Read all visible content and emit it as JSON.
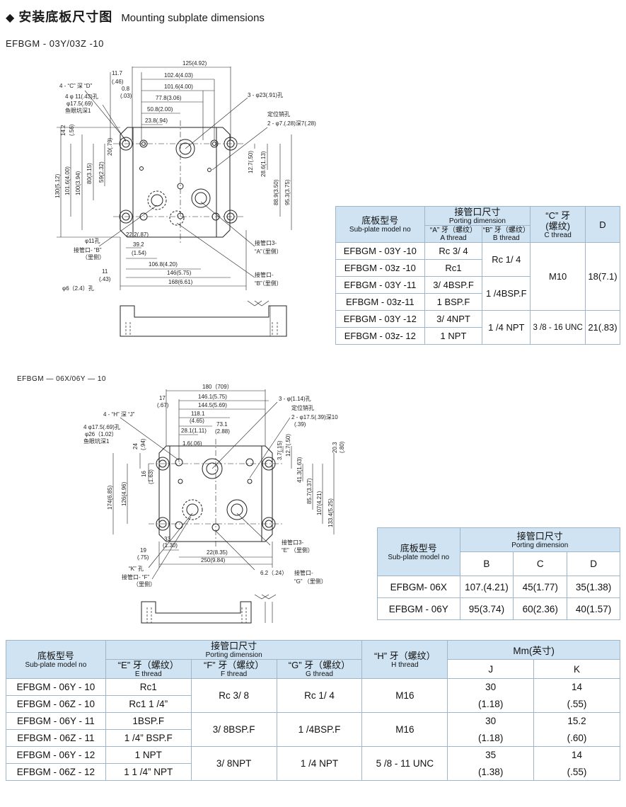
{
  "heading": {
    "bullet": "◆",
    "zh": "安装底板尺寸图",
    "en": "Mounting subplate dimensions"
  },
  "model_a": "EFBGM - 03Y/03Z -10",
  "model_b": "EFBGM — 06X/06Y — 10",
  "drawing_a": {
    "dims_top": [
      "125(4.92)",
      "102.4(4.03)",
      "101.6(4.00)",
      "77.8(3.06)",
      "50.8(2.00)",
      "23.8(.94)",
      "11.7",
      "(.46)",
      "0.8",
      "(.03)"
    ],
    "dims_left": [
      "130(5.12)",
      "101.6(4.00)",
      "100(3.94)",
      "80(3.15)",
      "59(2.32)",
      "20(.79)",
      "14.2",
      "(.56)"
    ],
    "dims_right": [
      "12.7(.50)",
      "28.6(1.13)",
      "88.9(3.50)",
      "95.3(3.75)"
    ],
    "dims_bottom": [
      "22.2(.87)",
      "39.2",
      "(1.54)",
      "106.8(4.20)",
      "146(5.75)",
      "168(6.61)",
      "11",
      "(.43)"
    ],
    "notes": [
      "4 - “C” 深 “D”",
      "4 φ 11(.43)孔",
      "φ17.5(.69)",
      "鱼眼坑深1",
      "3 - φ23(.91)孔",
      "定位销孔",
      "2 - φ7.(.28)深7(.28)",
      "φ11孔",
      "接管口- “B”",
      "（里侧）",
      "接管口3-",
      "“A”（里侧）",
      "接管口-",
      "“B”（里侧）",
      "φ6（2.4）孔"
    ]
  },
  "drawing_b": {
    "dims_top": [
      "180（709）",
      "146.1(5.75)",
      "144.5(5.69)",
      "118.1",
      "(4.65)",
      "73.1",
      "(2.88)",
      "28.1(1.11)",
      "1.6(.06)",
      "17",
      "(.67)"
    ],
    "dims_left": [
      "174(6.85)",
      "126(4.96)",
      "24",
      "(.94)",
      "16",
      "(1.63)"
    ],
    "dims_right": [
      "3.7(.15)",
      "12.7(.50)",
      "41.3(1.63)",
      "85.7(3.37)",
      "107(4.21)",
      "133.4(5.25)",
      "20.3",
      "(.80)"
    ],
    "dims_bottom": [
      "33",
      "(1.30)",
      "22(8.35)",
      "250(9.84)",
      "19",
      "(.75)",
      "6.2（.24）"
    ],
    "notes": [
      "4 - “H” 深 “J”",
      "4 φ17.5(.69)孔",
      "φ26（1.02）",
      "鱼眼坑深1",
      "3 - φ(1.14)孔",
      "定位销孔",
      "2 - φ17.5(.39)深10",
      "(.39)",
      "接管口3-",
      "“E” （里侧）",
      "“K” 孔",
      "接管口- “F”",
      "（里侧）",
      "接管口-",
      "“G” （里侧）"
    ]
  },
  "table1": {
    "header": {
      "model_zh": "底板型号",
      "model_en": "Sub-plate model no",
      "porting_zh": "接管口尺寸",
      "porting_en": "Porting dimension",
      "a_zh": "“A” 牙（螺纹）",
      "a_en": "A thread",
      "b_zh": "“B” 牙（螺纹）",
      "b_en": "B thread",
      "c_zh1": "“C” 牙",
      "c_zh2": "(螺纹)",
      "c_en": "C thread",
      "d": "D"
    },
    "rows": [
      {
        "model": "EFBGM - 03Y -10",
        "a": "Rc  3/ 4"
      },
      {
        "model": "EFBGM - 03z -10",
        "a": "Rc1"
      },
      {
        "model": "EFBGM - 03Y -11",
        "a": "3/ 4BSP.F"
      },
      {
        "model": "EFBGM - 03z-11",
        "a": "1 BSP.F"
      },
      {
        "model": "EFBGM - 03Y -12",
        "a": "3/ 4NPT"
      },
      {
        "model": "EFBGM  - 03z- 12",
        "a": "1 NPT"
      }
    ],
    "b_groups": [
      "Rc  1/ 4",
      "1 /4BSP.F",
      "1 /4  NPT"
    ],
    "c_groups": [
      "M10",
      "3 /8 - 16  UNC"
    ],
    "d_groups": [
      "18(7.1)",
      "21(.83)"
    ]
  },
  "table2": {
    "header": {
      "model_zh": "底板型号",
      "model_en": "Sub-plate model no",
      "porting_zh": "接管口尺寸",
      "porting_en": "Porting dimension",
      "b": "B",
      "c": "C",
      "d": "D"
    },
    "rows": [
      {
        "model": "EFBGM- 06X",
        "b": "107.(4.21)",
        "c": "45(1.77)",
        "d": "35(1.38)"
      },
      {
        "model": "EFBGM - 06Y",
        "b": "95(3.74)",
        "c": "60(2.36)",
        "d": "40(1.57)"
      }
    ]
  },
  "table3": {
    "header": {
      "model_zh": "底板型号",
      "model_en": "Sub-plate model no",
      "porting_zh": "接管口尺寸",
      "porting_en": "Porting dimension",
      "e_zh": "“E” 牙（螺纹）",
      "e_en": "E thread",
      "f_zh": "“F” 牙（螺纹）",
      "f_en": "F thread",
      "g_zh": "“G” 牙（螺纹）",
      "g_en": "G thread",
      "h_zh": "“H” 牙（螺纹）",
      "h_en": "H thread",
      "mm_zh": "Mm(英寸)",
      "j": "J",
      "k": "K"
    },
    "rows": [
      {
        "model": "EFBGM - 06Y - 10",
        "e": "Rc1"
      },
      {
        "model": "EFBGM - 06Z - 10",
        "e": "Rc1 1 /4”"
      },
      {
        "model": "EFBGM - 06Y - 11",
        "e": "1BSP.F"
      },
      {
        "model": "EFBGM - 06Z - 11",
        "e": "1 /4” BSP.F"
      },
      {
        "model": "EFBGM - 06Y - 12",
        "e": "1 NPT"
      },
      {
        "model": "EFBGM - 06Z  - 12",
        "e": "1  1 /4” NPT"
      }
    ],
    "groups": [
      {
        "f": "Rc  3/ 8",
        "g": "Rc  1/ 4",
        "h": "M16",
        "j1": "30",
        "j2": "(1.18)",
        "k1": "14",
        "k2": "(.55)"
      },
      {
        "f": "3/ 8BSP.F",
        "g": "1 /4BSP.F",
        "h": "M16",
        "j1": "30",
        "j2": "(1.18)",
        "k1": "15.2",
        "k2": "(.60)"
      },
      {
        "f": "3/ 8NPT",
        "g": "1 /4  NPT",
        "h": "5 /8 - 11  UNC",
        "j1": "35",
        "j2": "(1.38)",
        "k1": "14",
        "k2": "(.55)"
      }
    ]
  },
  "colors": {
    "header_bg": "#cfe3f3",
    "border": "#9fb5c9",
    "line": "#222222"
  }
}
